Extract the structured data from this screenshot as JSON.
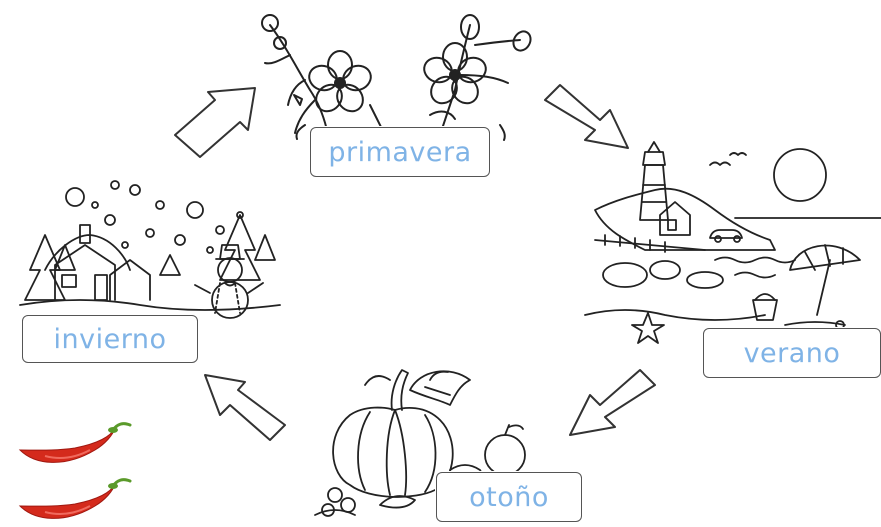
{
  "seasons": {
    "spring": {
      "label": "primavera"
    },
    "summer": {
      "label": "verano"
    },
    "autumn": {
      "label": "otoño"
    },
    "winter": {
      "label": "invierno"
    }
  },
  "icons": [
    "flower-branch",
    "lighthouse-beach",
    "pumpkin-harvest",
    "snowy-village",
    "cycle-arrow",
    "chili-pepper"
  ],
  "colors": {
    "label_text": "#7fb3e6",
    "line_art": "#222222",
    "pepper_red": "#d42a1c",
    "pepper_stem": "#5a9a2a"
  }
}
